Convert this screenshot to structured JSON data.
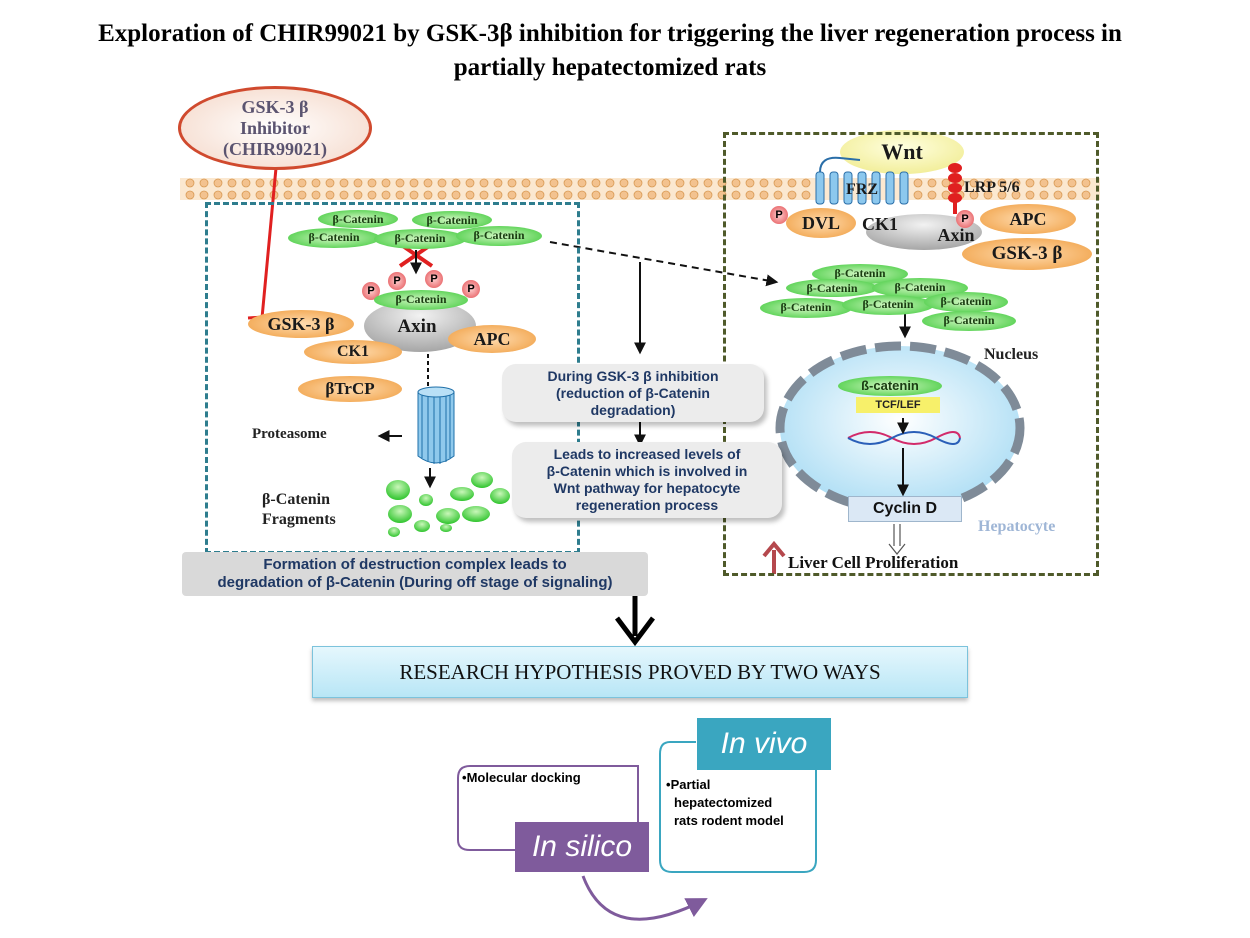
{
  "title": {
    "line1": "Exploration of CHIR99021 by GSK-3β inhibition for triggering the liver regeneration process in",
    "line2": "partially hepatectomized rats"
  },
  "inhibitor": {
    "line1": "GSK-3 β",
    "line2": "Inhibitor",
    "line3": "(CHIR99021)"
  },
  "left_panel": {
    "beta_catenin": "β-Catenin",
    "phospho": "P",
    "gsk3b": "GSK-3 β",
    "axin": "Axin",
    "ck1": "CK1",
    "apc": "APC",
    "btrcp": "βTrCP",
    "proteasome": "Proteasome",
    "fragments_line1": "β-Catenin",
    "fragments_line2": "Fragments",
    "caption_line1": "Formation of destruction complex leads to",
    "caption_line2": "degradation of β-Catenin  (During off stage of signaling)"
  },
  "middle": {
    "box1_line1": "During GSK-3 β inhibition",
    "box1_line2": "(reduction of β-Catenin",
    "box1_line3": "degradation)",
    "box2_line1": "Leads to increased levels of",
    "box2_line2": "β-Catenin which is involved in",
    "box2_line3": "Wnt pathway for hepatocyte",
    "box2_line4": "regeneration process"
  },
  "right_panel": {
    "wnt": "Wnt",
    "frz": "FRZ",
    "lrp": "LRP 5/6",
    "phospho": "P",
    "dvl": "DVL",
    "ck1": "CK1",
    "axin": "Axin",
    "apc": "APC",
    "gsk3b": "GSK-3 β",
    "beta_catenin": "β-Catenin",
    "nucleus": "Nucleus",
    "nuclear_catenin": "ß-catenin",
    "tcf": "TCF/LEF",
    "cyclin": "Cyclin D",
    "hepatocyte": "Hepatocyte",
    "proliferation": "Liver Cell Proliferation"
  },
  "hypothesis": "RESEARCH HYPOTHESIS PROVED BY TWO WAYS",
  "methods": {
    "in_vivo": "In vivo",
    "in_vivo_bullet": "•",
    "in_vivo_line1": "Partial",
    "in_vivo_line2": "hepatectomized",
    "in_vivo_line3": "rats rodent model",
    "in_silico": "In silico",
    "in_silico_bullet": "•",
    "in_silico_item": "Molecular docking"
  },
  "colors": {
    "beta_catenin": "#3dd23a",
    "orange_protein": "#f4a34a",
    "phospho": "#e5484d",
    "in_vivo": "#3aa6c0",
    "in_silico": "#7f5b9c",
    "hypothesis": "#bde8f7"
  }
}
